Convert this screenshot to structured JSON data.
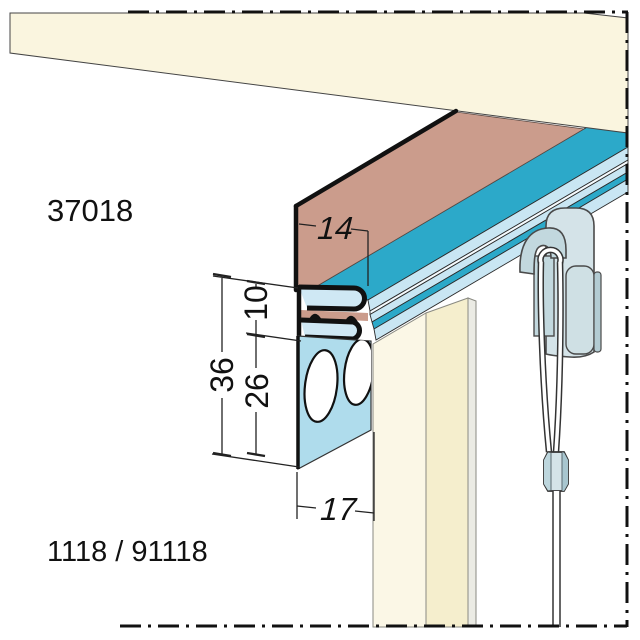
{
  "drawing": {
    "type": "technical-detail-drawing",
    "labels": {
      "profile_top": "37018",
      "profile_bottom": "1118 / 91118"
    },
    "dimensions": {
      "top_leg_width": "14",
      "channel_height": "10",
      "flange_total_height": "36",
      "flange_lower_height": "26",
      "bottom_width": "17"
    },
    "colors": {
      "board_salmon": "#CB9C8C",
      "profile_teal": "#2CA9C9",
      "profile_pale_blue": "#C9E6F3",
      "metal_cut_face": "#CFE8F4",
      "flange_blue": "#AFDCEC",
      "ceiling_cream": "#FAF5DF",
      "wall_board_cream": "#FBF7E6",
      "wall_board_side": "#F5EECD",
      "wall_board_edge": "#EBEBE4",
      "clip_body": "#D4E3E8",
      "clip_shade": "#C2D8DE",
      "clip_plate": "#CFE0E4",
      "clip_plate_edge": "#B3CCD3",
      "outline": "#111111"
    }
  }
}
